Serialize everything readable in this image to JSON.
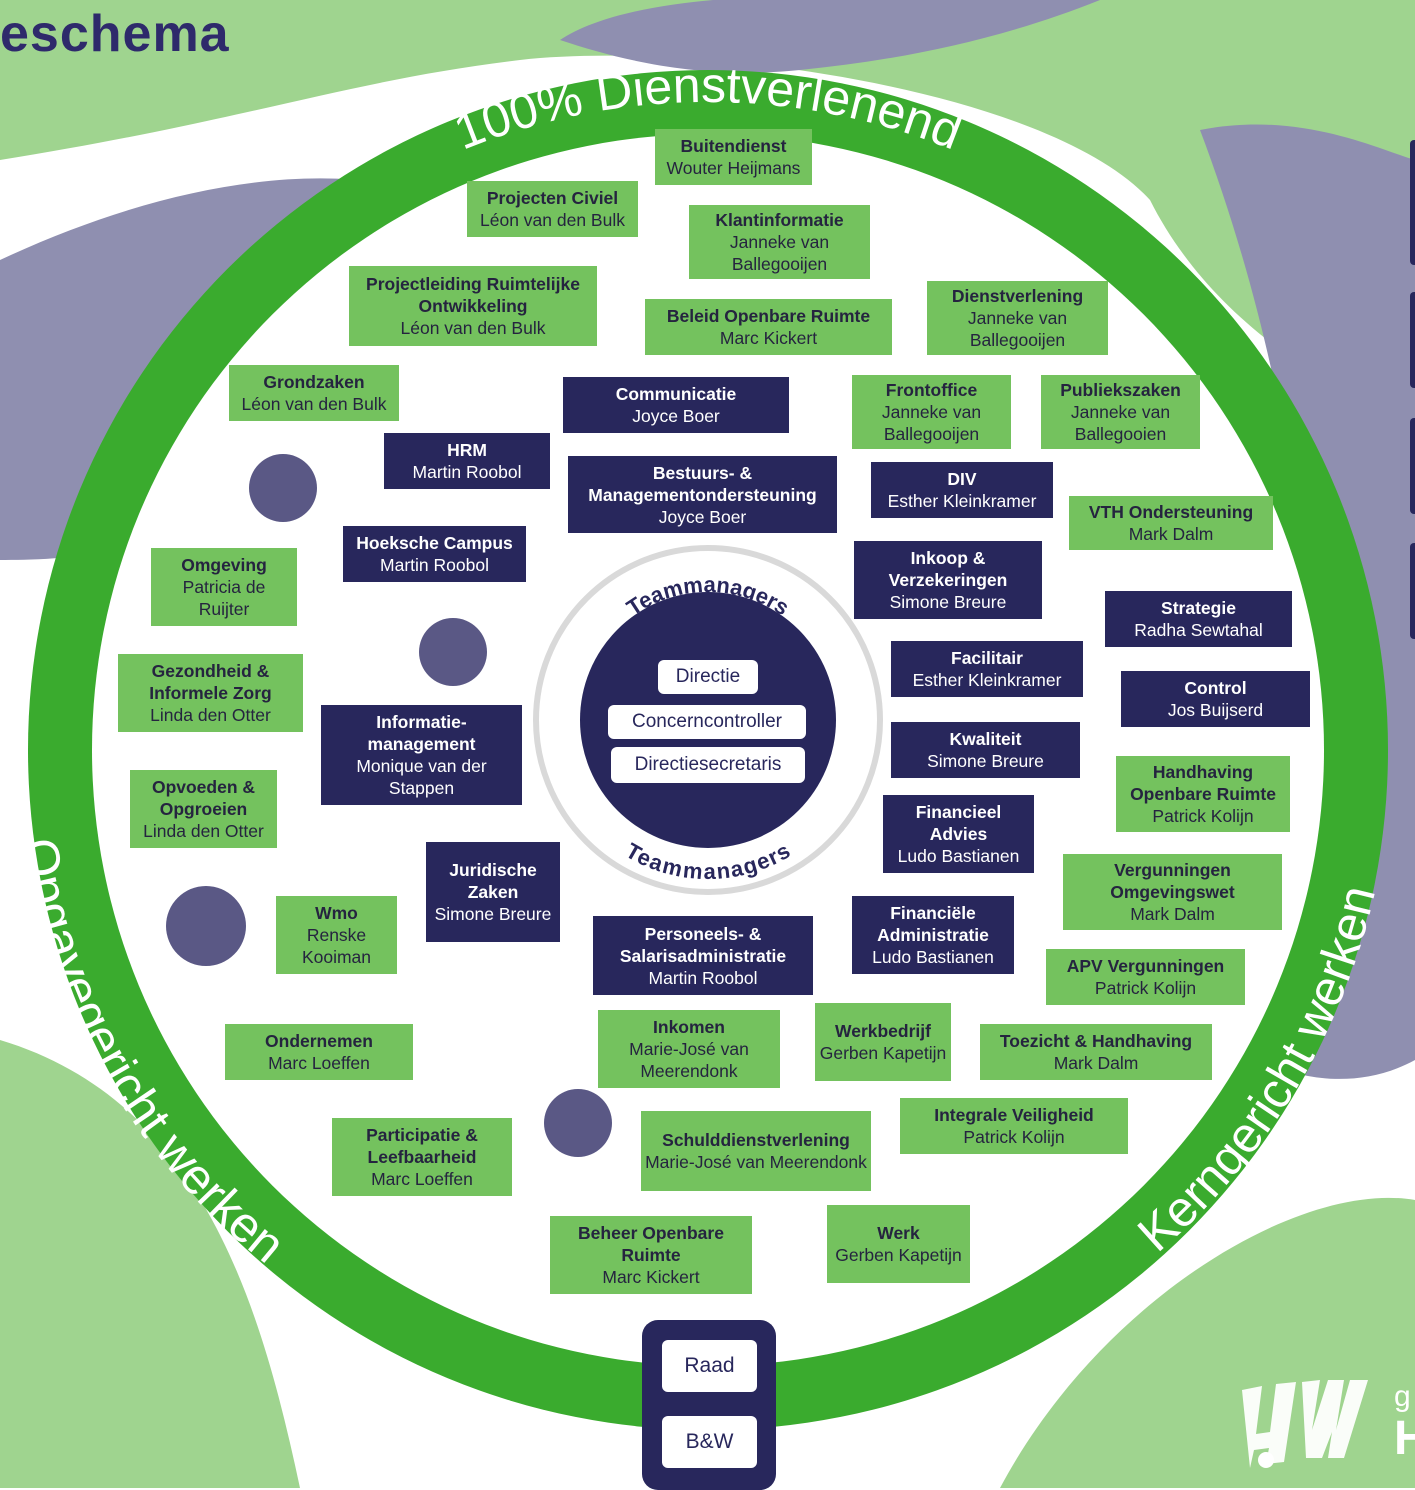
{
  "title": "eschema",
  "ring": {
    "top": "100% Dienstverlenend",
    "left": "Opgavegericht werken",
    "right": "Kerngericht werken"
  },
  "center": {
    "label_top": "Teammanagers",
    "label_bottom": "Teammanagers",
    "items": [
      "Directie",
      "Concerncontroller",
      "Directiesecretaris"
    ]
  },
  "bottom": {
    "raad": "Raad",
    "bw": "B&W"
  },
  "logo": {
    "mark": "HW",
    "text_small": "g",
    "text_large": "H"
  },
  "colors": {
    "green": "#74c25e",
    "ring": "#3aab2e",
    "navy": "#28275c",
    "lavender": "#8f8fb0",
    "lightgreen": "#9fd48f"
  },
  "units": [
    {
      "title": "Buitendienst",
      "person": "Wouter Heijmans",
      "color": "green"
    },
    {
      "title": "Projecten Civiel",
      "person": "Léon van den Bulk",
      "color": "green"
    },
    {
      "title": "Klantinformatie",
      "person": "Janneke van Ballegooijen",
      "color": "green"
    },
    {
      "title": "Projectleiding Ruimtelijke Ontwikkeling",
      "person": "Léon van den Bulk",
      "color": "green"
    },
    {
      "title": "Beleid Openbare Ruimte",
      "person": "Marc Kickert",
      "color": "green"
    },
    {
      "title": "Dienstverlening",
      "person": "Janneke van Ballegooijen",
      "color": "green"
    },
    {
      "title": "Grondzaken",
      "person": "Léon van den Bulk",
      "color": "green"
    },
    {
      "title": "Communicatie",
      "person": "Joyce Boer",
      "color": "navy"
    },
    {
      "title": "Frontoffice",
      "person": "Janneke van Ballegooijen",
      "color": "green"
    },
    {
      "title": "Publiekszaken",
      "person": "Janneke van Ballegooien",
      "color": "green"
    },
    {
      "title": "HRM",
      "person": "Martin Roobol",
      "color": "navy"
    },
    {
      "title": "Bestuurs- & Managementondersteuning",
      "person": "Joyce Boer",
      "color": "navy"
    },
    {
      "title": "DIV",
      "person": "Esther Kleinkramer",
      "color": "navy"
    },
    {
      "title": "VTH Ondersteuning",
      "person": "Mark Dalm",
      "color": "green"
    },
    {
      "title": "Hoeksche Campus",
      "person": "Martin Roobol",
      "color": "navy"
    },
    {
      "title": "Inkoop & Verzekeringen",
      "person": "Simone Breure",
      "color": "navy"
    },
    {
      "title": "Omgeving",
      "person": "Patricia de Ruijter",
      "color": "green"
    },
    {
      "title": "Strategie",
      "person": "Radha Sewtahal",
      "color": "navy"
    },
    {
      "title": "Gezondheid & Informele Zorg",
      "person": "Linda den Otter",
      "color": "green"
    },
    {
      "title": "Facilitair",
      "person": "Esther Kleinkramer",
      "color": "navy"
    },
    {
      "title": "Control",
      "person": "Jos Buijserd",
      "color": "navy"
    },
    {
      "title": "Informatie-management",
      "person": "Monique van der Stappen",
      "color": "navy"
    },
    {
      "title": "Kwaliteit",
      "person": "Simone Breure",
      "color": "navy"
    },
    {
      "title": "Opvoeden & Opgroeien",
      "person": "Linda den Otter",
      "color": "green"
    },
    {
      "title": "Handhaving Openbare Ruimte",
      "person": "Patrick Kolijn",
      "color": "green"
    },
    {
      "title": "Financieel Advies",
      "person": "Ludo Bastianen",
      "color": "navy"
    },
    {
      "title": "Juridische Zaken",
      "person": "Simone Breure",
      "color": "navy"
    },
    {
      "title": "Vergunningen Omgevingswet",
      "person": "Mark Dalm",
      "color": "green"
    },
    {
      "title": "Wmo",
      "person": "Renske Kooiman",
      "color": "green"
    },
    {
      "title": "Personeels- & Salarisadministratie",
      "person": "Martin Roobol",
      "color": "navy"
    },
    {
      "title": "Financiële Administratie",
      "person": "Ludo Bastianen",
      "color": "navy"
    },
    {
      "title": "APV Vergunningen",
      "person": "Patrick Kolijn",
      "color": "green"
    },
    {
      "title": "Werkbedrijf",
      "person": "Gerben Kapetijn",
      "color": "green"
    },
    {
      "title": "Inkomen",
      "person": "Marie-José van Meerendonk",
      "color": "green"
    },
    {
      "title": "Toezicht & Handhaving",
      "person": "Mark Dalm",
      "color": "green"
    },
    {
      "title": "Ondernemen",
      "person": "Marc Loeffen",
      "color": "green"
    },
    {
      "title": "Integrale Veiligheid",
      "person": "Patrick Kolijn",
      "color": "green"
    },
    {
      "title": "Participatie & Leefbaarheid",
      "person": "Marc Loeffen",
      "color": "green"
    },
    {
      "title": "Schulddienstverlening",
      "person": "Marie-José van Meerendonk",
      "color": "green"
    },
    {
      "title": "Werk",
      "person": "Gerben Kapetijn",
      "color": "green"
    },
    {
      "title": "Beheer Openbare Ruimte",
      "person": "Marc Kickert",
      "color": "green"
    }
  ]
}
